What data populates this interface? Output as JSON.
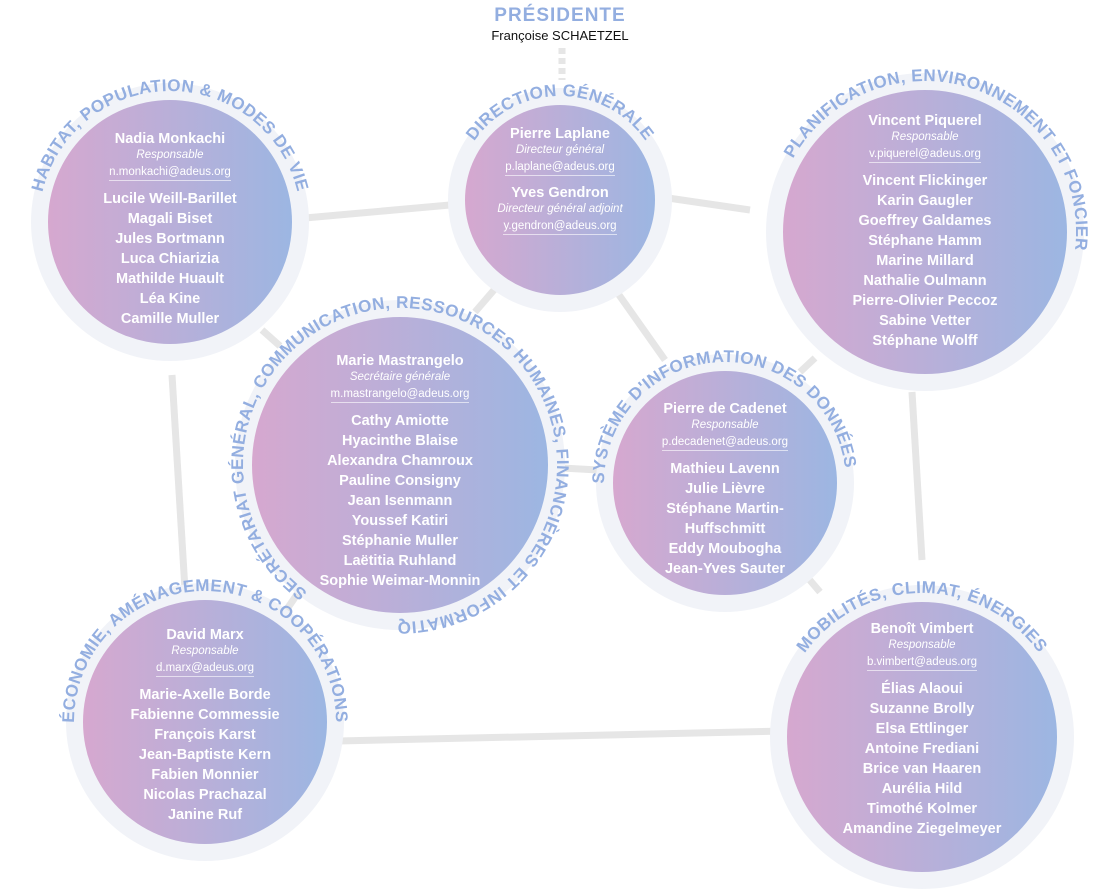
{
  "president": {
    "title": "PRÉSIDENTE",
    "name": "Françoise SCHAETZEL"
  },
  "colors": {
    "accent": "#93aee0",
    "gradient_left": "#d6a8cf",
    "gradient_right": "#9cb6e2",
    "connector": "#e6e6e6",
    "ring": "#f1f3f8"
  },
  "groups": [
    {
      "id": "direction",
      "title": "DIRECTION GÉNÉRALE",
      "leaders": [
        {
          "name": "Pierre Laplane",
          "role": "Directeur général",
          "email": "p.laplane@adeus.org"
        },
        {
          "name": "Yves Gendron",
          "role": "Directeur général adjoint",
          "email": "y.gendron@adeus.org"
        }
      ],
      "members": []
    },
    {
      "id": "habitat",
      "title": "HABITAT, POPULATION & MODES DE VIE",
      "leaders": [
        {
          "name": "Nadia Monkachi",
          "role": "Responsable",
          "email": "n.monkachi@adeus.org"
        }
      ],
      "members": [
        "Lucile Weill-Barillet",
        "Magali Biset",
        "Jules Bortmann",
        "Luca Chiarizia",
        "Mathilde Huault",
        "Léa Kine",
        "Camille Muller"
      ]
    },
    {
      "id": "planification",
      "title": "PLANIFICATION, ENVIRONNEMENT ET FONCIER",
      "leaders": [
        {
          "name": "Vincent Piquerel",
          "role": "Responsable",
          "email": "v.piquerel@adeus.org"
        }
      ],
      "members": [
        "Vincent Flickinger",
        "Karin Gaugler",
        "Goeffrey Galdames",
        "Stéphane Hamm",
        "Marine Millard",
        "Nathalie Oulmann",
        "Pierre-Olivier Peccoz",
        "Sabine Vetter",
        "Stéphane Wolff"
      ]
    },
    {
      "id": "secretariat",
      "title": "SECRÉTARIAT GÉNÉRAL, COMMUNICATION, RESSOURCES HUMAINES, FINANCIÈRES ET INFORMATIQUES",
      "leaders": [
        {
          "name": "Marie Mastrangelo",
          "role": "Secrétaire générale",
          "email": "m.mastrangelo@adeus.org"
        }
      ],
      "members": [
        "Cathy Amiotte",
        "Hyacinthe Blaise",
        "Alexandra Chamroux",
        "Pauline Consigny",
        "Jean Isenmann",
        "Youssef Katiri",
        "Stéphanie Muller",
        "Laëtitia Ruhland",
        "Sophie Weimar-Monnin"
      ]
    },
    {
      "id": "systeme",
      "title": "SYSTÈME D'INFORMATION DES DONNÉES",
      "leaders": [
        {
          "name": "Pierre de Cadenet",
          "role": "Responsable",
          "email": "p.decadenet@adeus.org"
        }
      ],
      "members": [
        "Mathieu Lavenn",
        "Julie Lièvre",
        "Stéphane Martin-Huffschmitt",
        "Eddy Moubogha",
        "Jean-Yves Sauter"
      ]
    },
    {
      "id": "economie",
      "title": "ÉCONOMIE, AMÉNAGEMENT & COOPÉRATIONS",
      "leaders": [
        {
          "name": "David Marx",
          "role": "Responsable",
          "email": "d.marx@adeus.org"
        }
      ],
      "members": [
        "Marie-Axelle Borde",
        "Fabienne Commessie",
        "François Karst",
        "Jean-Baptiste Kern",
        "Fabien Monnier",
        "Nicolas Prachazal",
        "Janine Ruf"
      ]
    },
    {
      "id": "mobilites",
      "title": "MOBILITÉS, CLIMAT, ÉNERGIES",
      "leaders": [
        {
          "name": "Benoît Vimbert",
          "role": "Responsable",
          "email": "b.vimbert@adeus.org"
        }
      ],
      "members": [
        "Élias Alaoui",
        "Suzanne Brolly",
        "Elsa Ettlinger",
        "Antoine Frediani",
        "Brice van Haaren",
        "Aurélia Hild",
        "Timothé Kolmer",
        "Amandine Ziegelmeyer"
      ]
    }
  ]
}
